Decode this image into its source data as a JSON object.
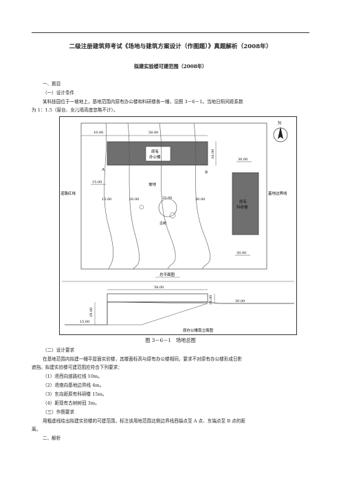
{
  "header": {
    "title": "二级注册建筑师考试《场地与建筑方案设计（作图题）》真题解析（2008年）",
    "subtitle": "拟建实验楼可建范围（2008年）"
  },
  "section1": {
    "heading": "一、题目",
    "sub1": "（一）设计条件",
    "para1_line1": "某科技园位于一坡地上，基地范围内原有办公楼和科研楼各一幢，见图 3－6－1。当地日照间距系数",
    "para1_line2": "为 1：1.5（窗台、女儿墙高度忽略不计）。"
  },
  "figure": {
    "north": "N",
    "plan": {
      "office_label_1": "原有",
      "office_label_2": "办公楼",
      "research_label_1": "原有",
      "research_label_2": "科研楼",
      "site_label": "坡地",
      "tree_label": "古树",
      "road_line": "道路红线",
      "site_line": "基地边界线",
      "point_a": "A",
      "point_b": "B",
      "dim_top_left": "10.00",
      "dim_office_width": "58.00",
      "dim_office_depth": "16.00",
      "elev_top_right": "30.00",
      "elev_left": "15.00",
      "contour_1": "15.00",
      "contour_2": "20.00",
      "contour_3": "25.00",
      "contour_4": "30.00",
      "elev_bottom_right": "30.00",
      "plan_title": "总平面图"
    },
    "section": {
      "dim_width": "58.00",
      "dim_height": "14.00",
      "dim_ground": "29.00",
      "elev_right": "30.00",
      "elev_left": "15.00",
      "section_title": "原办公楼南立面图"
    },
    "caption": "图 3－6－1　场地总图"
  },
  "section2": {
    "sub2": "（二）设计要求",
    "req_line1": "在基地范围内拟建一幢平屋面实验楼，其楼面标高与原有办公楼相同，要求不对原有办公楼形成日影",
    "req_line2": "遮挡。拟建实验楼可建范围应符合下列要求：",
    "items": [
      "（1）退西向道路红线 10m。",
      "（2）退南向基地边界线 4m。",
      "（3）东向距原有科研楼 15m。",
      "（4）距现有古树树冠 3m。"
    ],
    "sub3": "（三）作图要求",
    "draw_line1": "用粗虚线绘出拟建实验楼的可建范围，标注该用地范围北侧边界线西端点至 A 点、东端点至 B 点的距",
    "draw_line2": "离。"
  },
  "section3": {
    "heading": "二、解析"
  }
}
